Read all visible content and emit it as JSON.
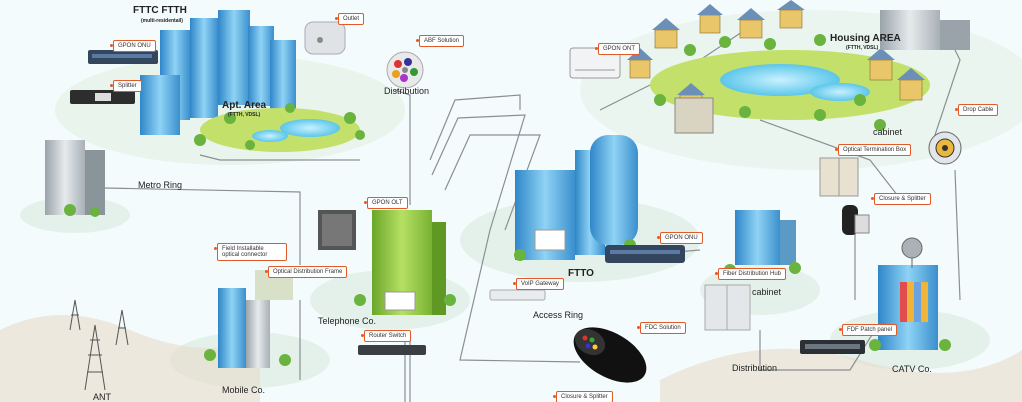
{
  "labels": {
    "fttc_ftth": "FTTC FTTH",
    "multi_residential": "(multi-residentail)",
    "apt_area": "Apt. Area",
    "apt_area_sub": "(FTTH, VDSL)",
    "housing_area": "Housing AREA",
    "housing_area_sub": "(FTTH, VDSL)",
    "distribution_top": "Distribution",
    "metro_ring": "Metro Ring",
    "telephone_co": "Telephone Co.",
    "mobile_co": "Mobile Co.",
    "ant": "ANT",
    "ftto": "FTTO",
    "access_ring": "Access Ring",
    "cabinet_right": "cabinet",
    "cabinet_mid": "cabinet",
    "distribution_bottom": "Distribution",
    "catv_co": "CATV Co."
  },
  "callouts": {
    "gpon_onu_top": "GPON ONU",
    "splitter": "Splitter",
    "outlet": "Outlet",
    "abf_solution": "ABF Solution",
    "gpon_ont": "GPON ONT",
    "drop_cable": "Drop Cable",
    "optical_termination_box": "Optical Termination Box",
    "closure_splitter_right": "Closure & Splitter",
    "gpon_olt": "GPON OLT",
    "field_installable": "Field Installable optical connector",
    "optical_distribution_frame": "Optical Distribution Frame",
    "gpon_onu_mid": "GPON ONU",
    "voip_gateway": "VoIP Gateway",
    "router_switch": "Router Switch",
    "fdc_solution": "FDC Solution",
    "fiber_distribution_hub": "Fiber Distribution Hub",
    "fdf_patch_panel": "FDF Patch panel",
    "closure_splitter_bottom": "Closure & Splitter"
  },
  "colors": {
    "callout_border": "#e05a2a",
    "glass_blue": "#4aa6d9",
    "building_green": "#8cc63f",
    "grass": "#c3e06a",
    "water": "#7fd3ef",
    "line": "#8a8f94"
  }
}
